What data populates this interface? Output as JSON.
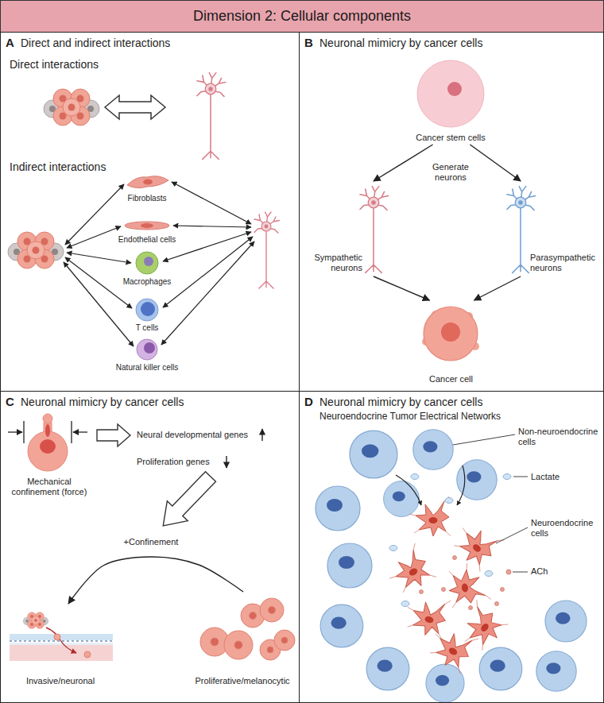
{
  "diagram": {
    "title": "Dimension 2: Cellular components",
    "nodes": [
      {
        "text": [
          "A",
          "Direct and indirect interactions"
        ]
      },
      {
        "text": [
          "B",
          "Neuronal mimicry by cancer cells"
        ]
      },
      {
        "text": [
          "Cancer stem cells"
        ],
        "in": 1
      },
      {
        "text": [
          "Sympathetic neurons"
        ],
        "in": 1
      },
      {
        "text": [
          "Parasympathetic neurons"
        ],
        "in": 1
      },
      {
        "text": [
          "Cancer cell"
        ],
        "in": 1
      },
      {
        "text": [
          "C",
          "Neuronal mimicry by cancer cells"
        ]
      },
      {
        "text": [
          "Invasive/neuronal"
        ],
        "in": 6
      },
      {
        "text": [
          "Proliferative/melanocytic"
        ],
        "in": 6
      },
      {
        "text": [
          "D",
          "Neuronal mimicry by cancer cells",
          "Neuroendocrine Tumor Electrical Networks"
        ]
      }
    ],
    "edges": [
      {
        "from": 2,
        "to": 3,
        "arrow": "to"
      },
      {
        "from": 2,
        "to": 4,
        "arrow": "to"
      },
      {
        "from": 3,
        "to": 5,
        "arrow": "to"
      },
      {
        "from": 4,
        "to": 5,
        "arrow": "to"
      },
      {
        "from": 8,
        "to": 7,
        "label": "+Confinement",
        "arrow": "to"
      }
    ],
    "labels": [
      "Direct interactions",
      "Indirect interactions",
      "Fibroblasts",
      "Endothelial cells",
      "Macrophages",
      "T cells",
      "Natural killer cells",
      "Generate neurons",
      "Mechanical confinement (force)",
      "Neural developmental genes",
      "Proliferation genes",
      "Non-neuroendocrine cells",
      "Lactate",
      "Neuroendocrine cells",
      "ACh"
    ]
  }
}
